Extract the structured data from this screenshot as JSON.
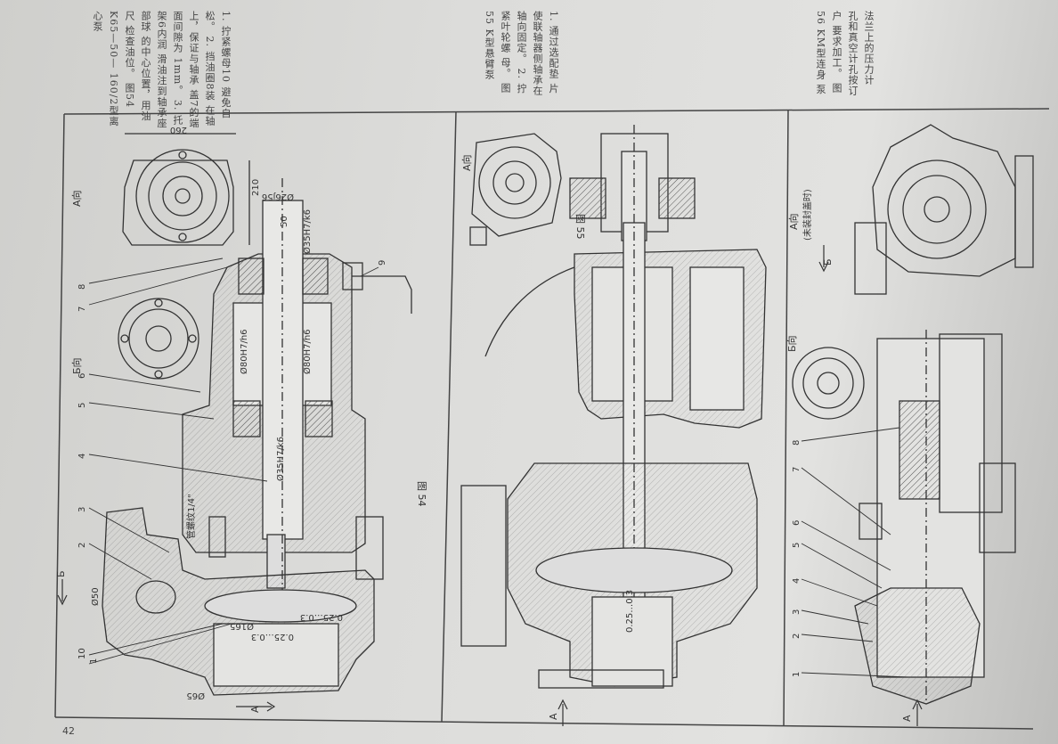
{
  "page_number": "42",
  "notes": {
    "fig54": [
      "1. 拧紧螺母10",
      "避免自松。",
      "2. 挡油圈8装",
      "在轴上，保证与轴承",
      "盖7的端面间隙为",
      "1mm。",
      "3. 托架6内润",
      "滑油注到轴承座部球",
      "的中心位置，用油尺",
      "检查油位。",
      "图54 K65—50—",
      "160/2型离心泵"
    ],
    "fig55": [
      "1. 通过选配垫",
      "片使联轴器侧轴承在",
      "轴向固定。",
      "2. 拧紧叶轮螺",
      "母。",
      "图55 K型悬臂泵"
    ],
    "fig56": [
      "法兰上的压力计",
      "孔和真空计孔按订户",
      "要求加工。",
      "图56 KM型连身",
      "泵"
    ]
  },
  "figure_captions": {
    "fig54": "图 54",
    "fig55": "图 55"
  },
  "view_labels": {
    "a54": "A向",
    "b54": "Б向",
    "a55": "A向",
    "a56": "A向",
    "a56_sub": "(未装封盖时)",
    "b56": "Б向",
    "arrow_a": "A",
    "arrow_b": "Б"
  },
  "callouts_54": [
    "1",
    "2",
    "3",
    "4",
    "5",
    "6",
    "7",
    "8",
    "9",
    "10"
  ],
  "callouts_56": [
    "1",
    "2",
    "3",
    "4",
    "5",
    "6",
    "7",
    "8"
  ],
  "dimensions_54": {
    "w260": "260",
    "h210": "210",
    "d26": "Ø26j56",
    "len50": "50",
    "d35": "Ø35H7/k6",
    "d80a": "Ø80H7/h6",
    "d80b": "Ø80H7/h6",
    "d35b": "Ø35H7/k6",
    "pipe": "管螺纹1/4\"",
    "d50": "Ø50",
    "gap1": "0.25…0.3",
    "gap2": "0.25…0.3",
    "d165": "Ø165",
    "d65": "Ø65"
  },
  "dimensions_55": {
    "gap": "0.25…0.3"
  }
}
